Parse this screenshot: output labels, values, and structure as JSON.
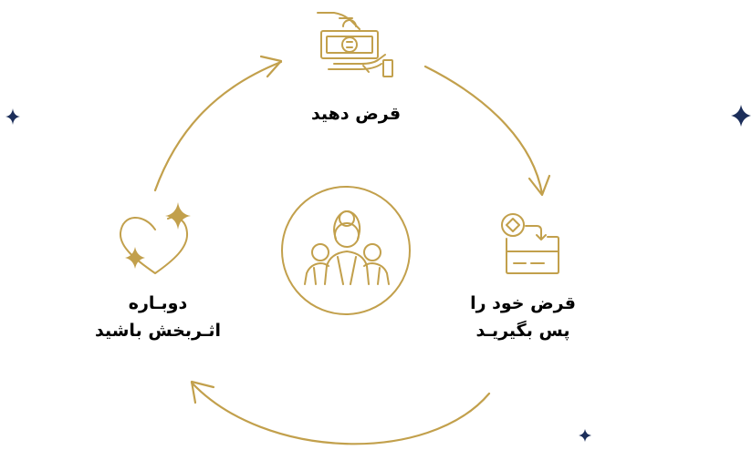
{
  "steps": [
    {
      "lines": [
        "قرض دهید"
      ],
      "icon": "hand-money-icon"
    },
    {
      "lines": [
        "قرض خود را",
        "پس بگیریـد"
      ],
      "icon": "card-receive-icon"
    },
    {
      "lines": [
        "دوبـاره",
        "اثـربخش باشید"
      ],
      "icon": "heart-sparkle-icon"
    }
  ],
  "center": {
    "icon": "people-group-icon"
  },
  "colors": {
    "gold": "#C2A04C",
    "navy": "#1C2E5A",
    "text": "#000000",
    "background": "#FFFFFF"
  }
}
